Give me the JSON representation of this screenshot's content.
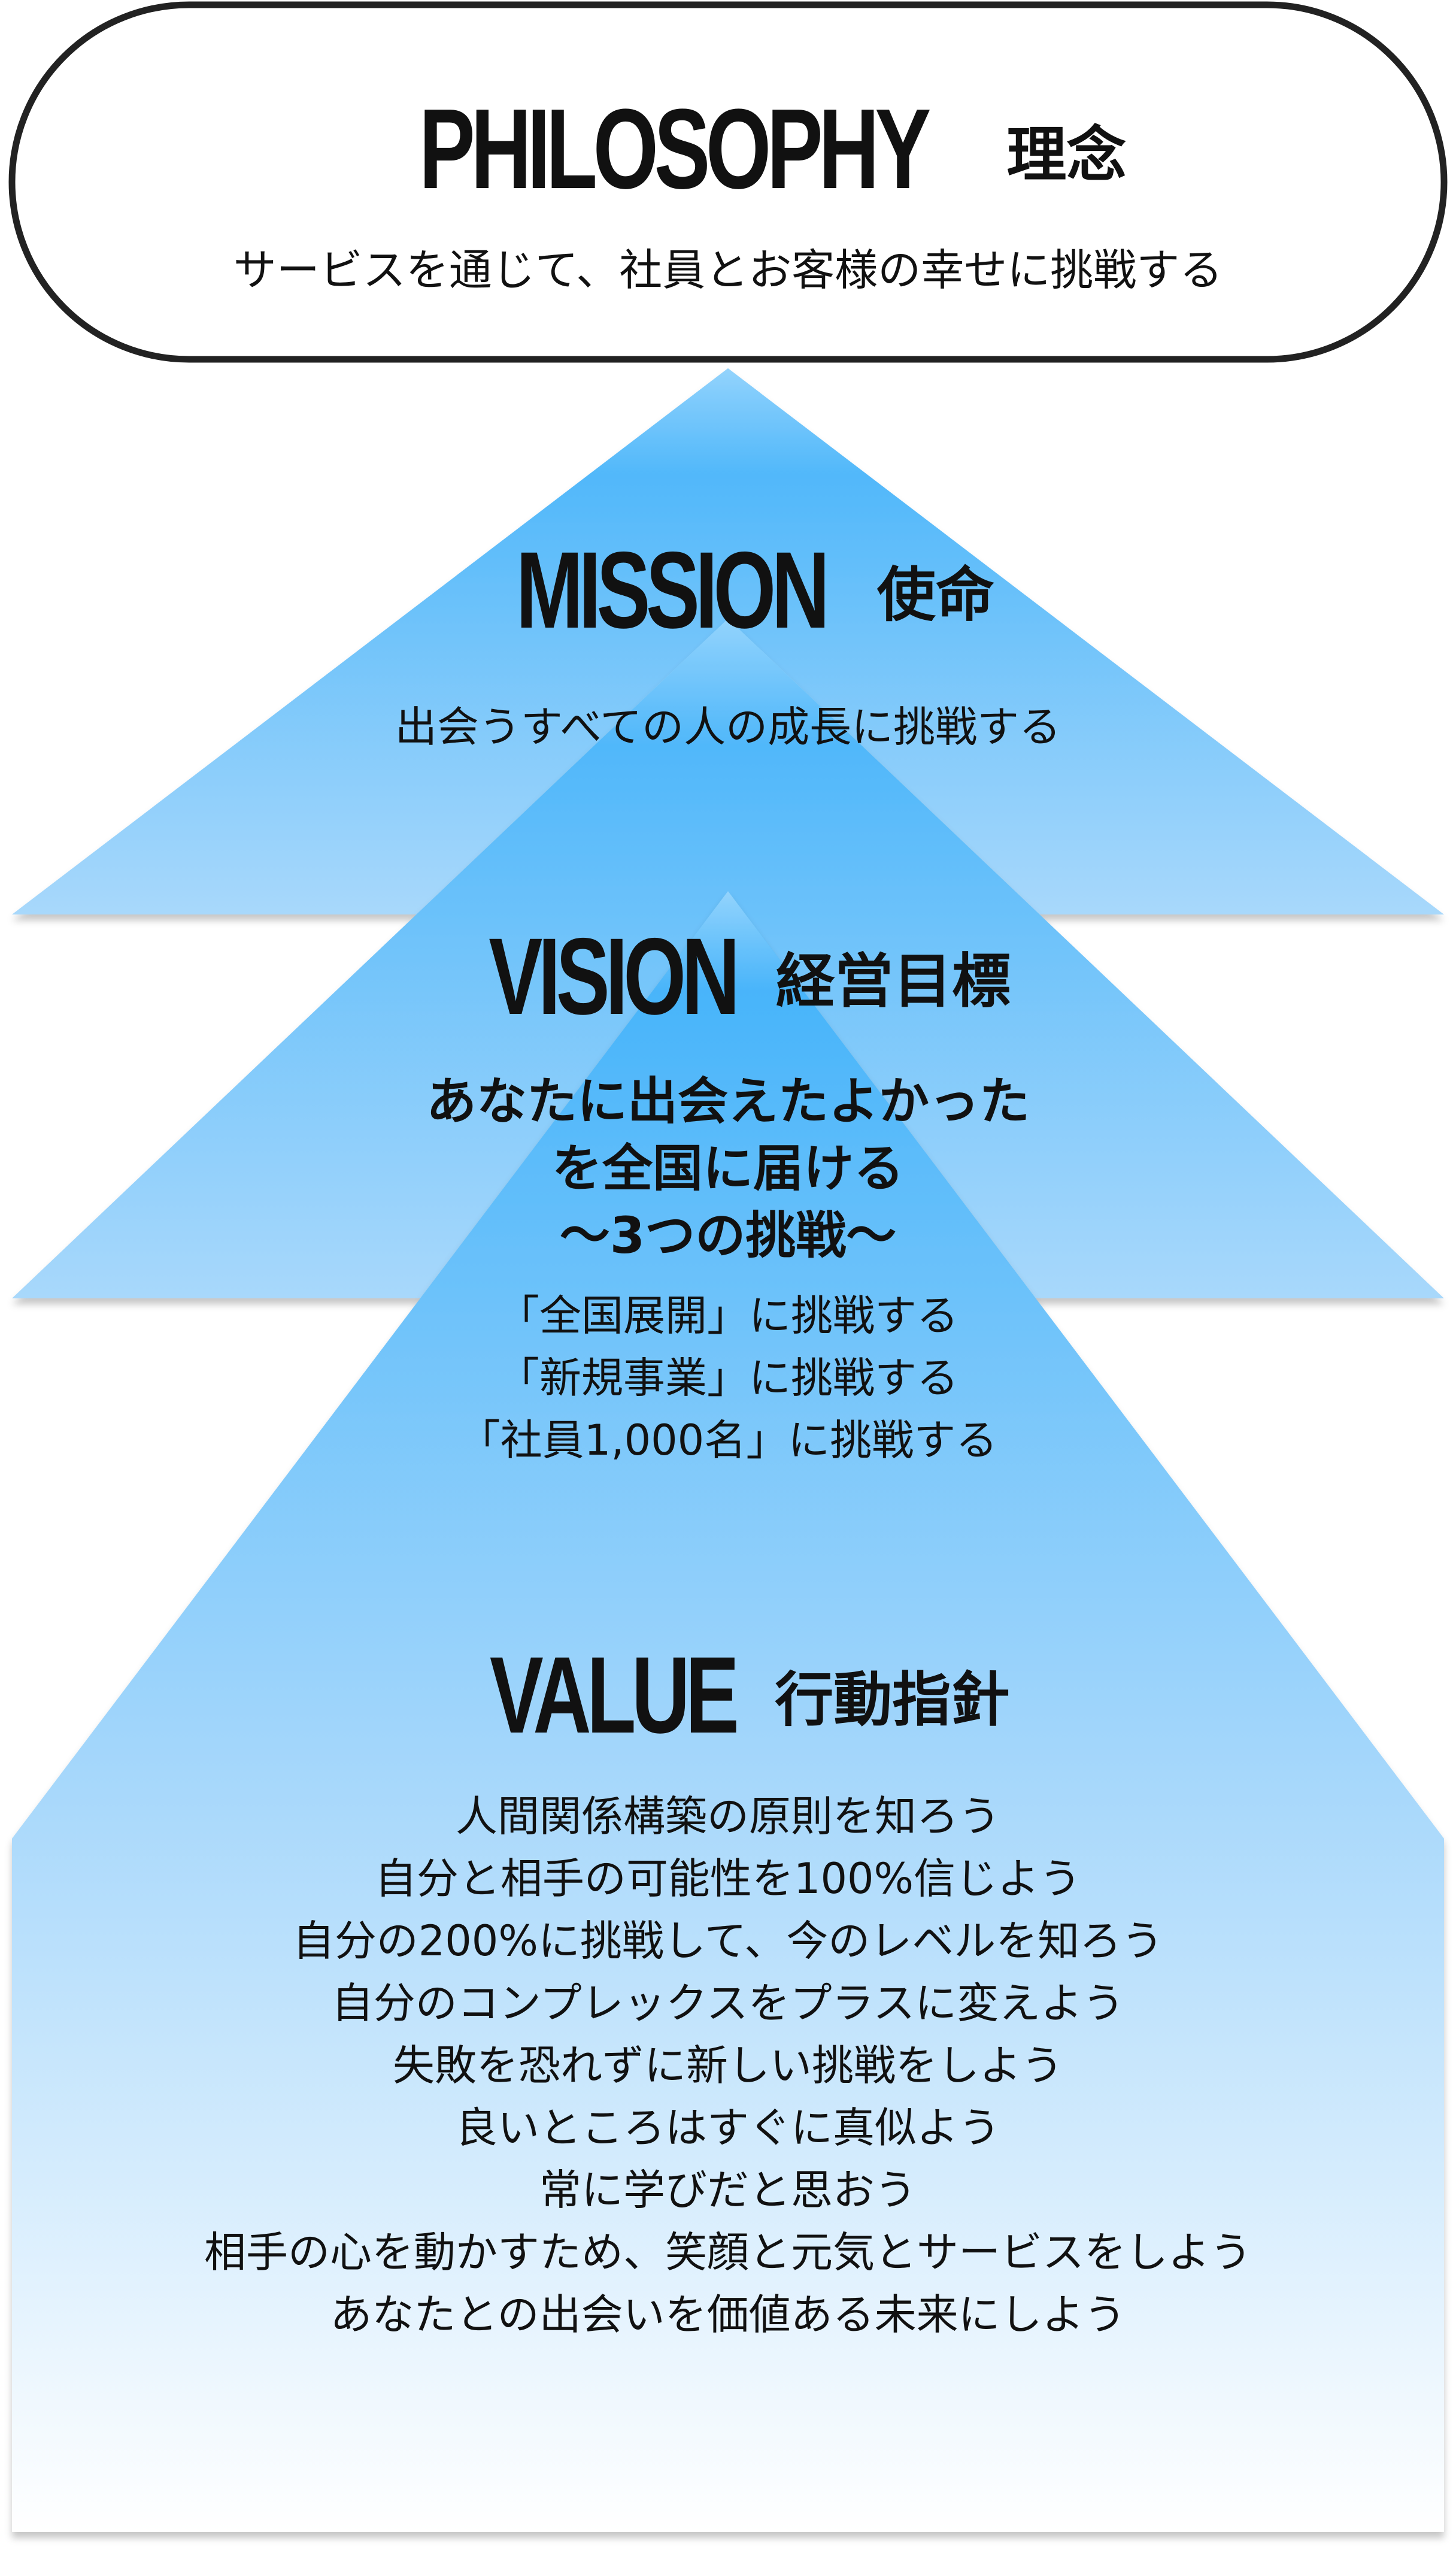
{
  "colors": {
    "tier_top": "#3cb0fa",
    "tier_bottom": "#a8d8fb",
    "value_bottom": "#ffffff",
    "capsule_border": "#222222",
    "text": "#111111"
  },
  "philosophy": {
    "title_en": "PHILOSOPHY",
    "title_jp": "理念",
    "statement": "サービスを通じて、社員とお客様の幸せに挑戦する"
  },
  "mission": {
    "title_en": "MISSION",
    "title_jp": "使命",
    "statement": "出会うすべての人の成長に挑戦する"
  },
  "vision": {
    "title_en": "VISION",
    "title_jp": "経営目標",
    "headline": [
      "あなたに出会えたよかった",
      "を全国に届ける",
      "〜3つの挑戦〜"
    ],
    "challenges": [
      "「全国展開」に挑戦する",
      "「新規事業」に挑戦する",
      "「社員1,000名」に挑戦する"
    ]
  },
  "value": {
    "title_en": "VALUE",
    "title_jp": "行動指針",
    "items": [
      "人間関係構築の原則を知ろう",
      "自分と相手の可能性を100%信じよう",
      "自分の200%に挑戦して、今のレベルを知ろう",
      "自分のコンプレックスをプラスに変えよう",
      "失敗を恐れずに新しい挑戦をしよう",
      "良いところはすぐに真似よう",
      "常に学びだと思おう",
      "相手の心を動かすため、笑顔と元気とサービスをしよう",
      "あなたとの出会いを価値ある未来にしよう"
    ]
  }
}
